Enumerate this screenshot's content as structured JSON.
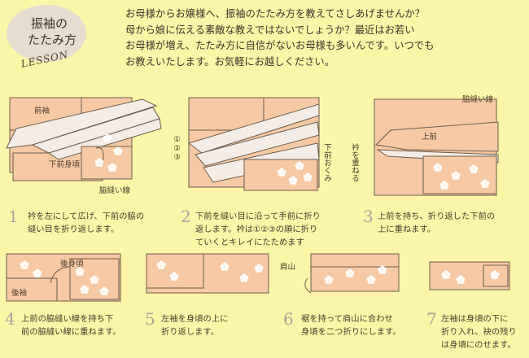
{
  "header": {
    "badge_line1": "振袖の",
    "badge_line2": "たたみ方",
    "lesson_label": "LESSON",
    "intro_lines": [
      "お母様からお嬢様へ、振袖のたたみ方を教えてさしあげませんか？",
      "母から娘に伝える素敵な教えではないでしょうか？最近はお若い",
      "お母様が増え、たたみ方に自信がないお母様も多いんです。いつでも",
      "お教えいたします。お気軽にお越しください。"
    ]
  },
  "colors": {
    "kimono": "#f6c9a4",
    "collar": "#f4ece6",
    "flower": "#ffffff",
    "outline": "#6b5b4b",
    "background": "#fbf6a7"
  },
  "steps": [
    {
      "number": "1",
      "caption_lines": [
        "衿を左にして広げ、下前の脇の",
        "縫い目を折り返します。"
      ],
      "labels": {
        "front": "前袖",
        "lower_front": "下前身頃",
        "side_seam": "脇縫い線"
      }
    },
    {
      "number": "2",
      "caption_lines": [
        "下前を縫い目に沿って手前に折り",
        "返します。衿は①②③の順に折り",
        "ていくとキレイにたためます"
      ],
      "labels": {
        "order": "①②③",
        "okumi": "下前おくみ"
      }
    },
    {
      "number": "3",
      "caption_lines": [
        "上前を持ち、折り返した下前の",
        "上に重ねます。"
      ],
      "labels": {
        "side_seam": "脇縫い線",
        "upper_front": "上前",
        "collar_overlap": "衿を重ねる"
      }
    },
    {
      "number": "4",
      "caption_lines": [
        "上前の脇縫い線を持ち下",
        "前の脇縫い線に重ねます。"
      ],
      "labels": {
        "back_body": "後身頃",
        "back": "後袖"
      }
    },
    {
      "number": "5",
      "caption_lines": [
        "左袖を身頃の上に",
        "折り返します。"
      ],
      "labels": {}
    },
    {
      "number": "6",
      "caption_lines": [
        "裾を持って肩山に合わせ",
        "身頃を二つ折りにします。"
      ],
      "labels": {
        "shoulder": "肩山"
      }
    },
    {
      "number": "7",
      "caption_lines": [
        "左袖は身頃の下に",
        "折り入れ、袂の残り",
        "は身頃にのせます。"
      ],
      "labels": {}
    }
  ]
}
